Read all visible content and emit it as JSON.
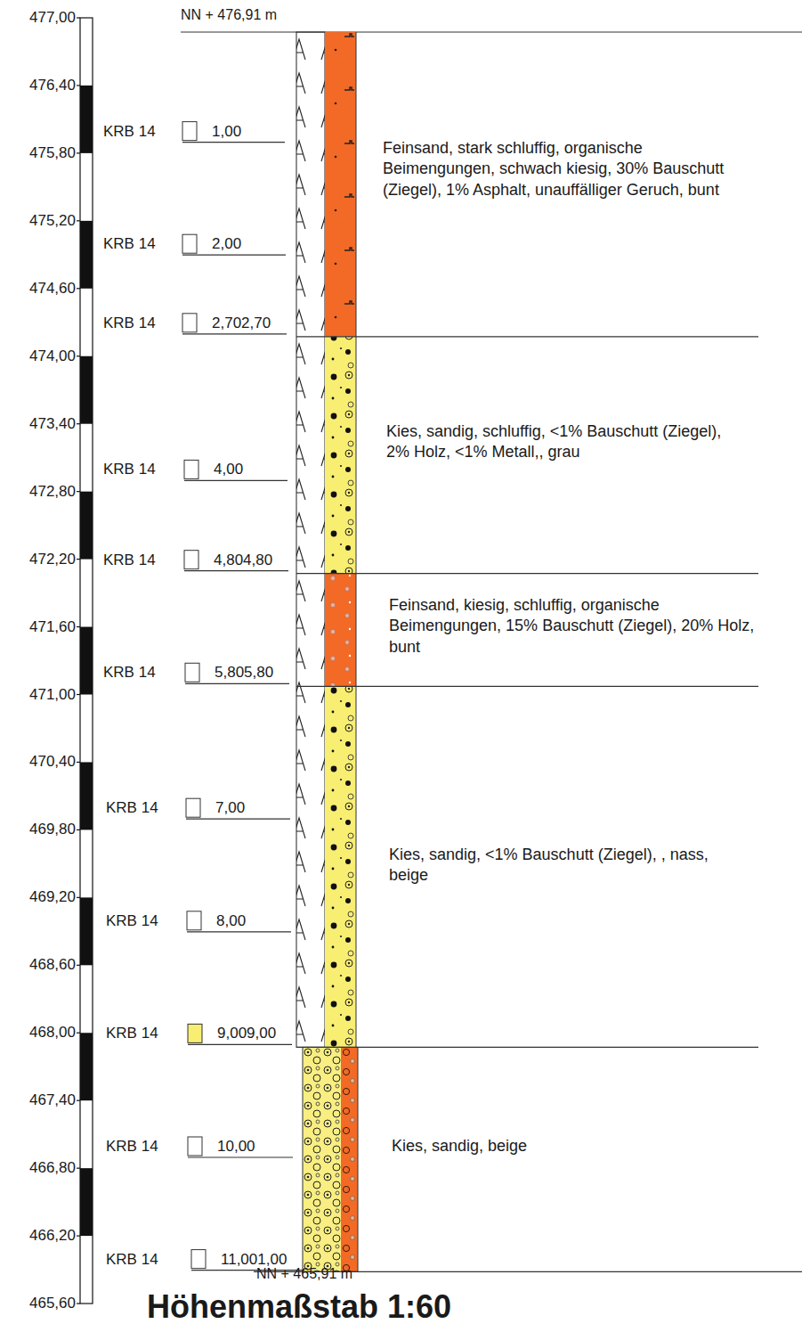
{
  "diagram": {
    "caption": "Höhenmaßstab 1:60",
    "labels": [
      "NN + 476,91 m",
      "477,00",
      "476,40",
      "475,80",
      "475,20",
      "474,60",
      "474,00",
      "473,40",
      "472,80",
      "472,20",
      "471,60",
      "471,00",
      "470,40",
      "469,80",
      "469,20",
      "468,60",
      "468,00",
      "467,40",
      "466,80",
      "466,20",
      "465,60",
      "KRB 14",
      "1,00",
      "KRB 14",
      "2,00",
      "KRB 14",
      "2,702,70",
      "KRB 14",
      "4,00",
      "KRB 14",
      "4,804,80",
      "KRB 14",
      "5,805,80",
      "KRB 14",
      "7,00",
      "KRB 14",
      "8,00",
      "KRB 14",
      "9,009,00",
      "KRB 14",
      "10,00",
      "KRB 14",
      "11,001,00",
      "Feinsand, stark schluffig, organische Beimengungen, schwach kiesig, 30% Bauschutt (Ziegel), 1% Asphalt, unauffälliger Geruch, bunt",
      "Kies, sandig, schluffig, <1% Bauschutt (Ziegel), 2% Holz, <1% Metall,, grau",
      "Feinsand, kiesig, schluffig, organische Beimengungen, 15% Bauschutt (Ziegel), 20% Holz, bunt",
      "Kies, sandig, <1% Bauschutt (Ziegel), , nass, beige",
      "Kies, sandig, beige",
      "NN + 465,91 m"
    ]
  }
}
